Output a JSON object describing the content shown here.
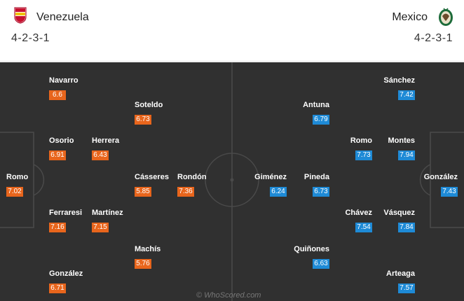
{
  "colors": {
    "home_rating": "#e8651c",
    "away_rating": "#1e8ad6",
    "pitch": "#303030",
    "lines": "#4a4a4a"
  },
  "home": {
    "name": "Venezuela",
    "formation": "4-2-3-1",
    "crest": "venezuela-crest-icon"
  },
  "away": {
    "name": "Mexico",
    "formation": "4-2-3-1",
    "crest": "mexico-crest-icon"
  },
  "home_players": [
    {
      "name": "Navarro",
      "rating": "6.6"
    },
    {
      "name": "Soteldo",
      "rating": "6.73"
    },
    {
      "name": "Osorio",
      "rating": "6.91"
    },
    {
      "name": "Herrera",
      "rating": "6.43"
    },
    {
      "name": "Romo",
      "rating": "7.02"
    },
    {
      "name": "Cásseres",
      "rating": "5.85"
    },
    {
      "name": "Rondón",
      "rating": "7.36"
    },
    {
      "name": "Ferraresi",
      "rating": "7.16"
    },
    {
      "name": "Martínez",
      "rating": "7.15"
    },
    {
      "name": "Machís",
      "rating": "5.76"
    },
    {
      "name": "González",
      "rating": "6.71"
    }
  ],
  "away_players": [
    {
      "name": "Sánchez",
      "rating": "7.42"
    },
    {
      "name": "Antuna",
      "rating": "6.79"
    },
    {
      "name": "Romo",
      "rating": "7.73"
    },
    {
      "name": "Montes",
      "rating": "7.94"
    },
    {
      "name": "Giménez",
      "rating": "6.24"
    },
    {
      "name": "Pineda",
      "rating": "6.73"
    },
    {
      "name": "González",
      "rating": "7.43"
    },
    {
      "name": "Chávez",
      "rating": "7.54"
    },
    {
      "name": "Vásquez",
      "rating": "7.84"
    },
    {
      "name": "Quiñones",
      "rating": "6.63"
    },
    {
      "name": "Arteaga",
      "rating": "7.57"
    }
  ],
  "watermark": "© WhoScored.com"
}
